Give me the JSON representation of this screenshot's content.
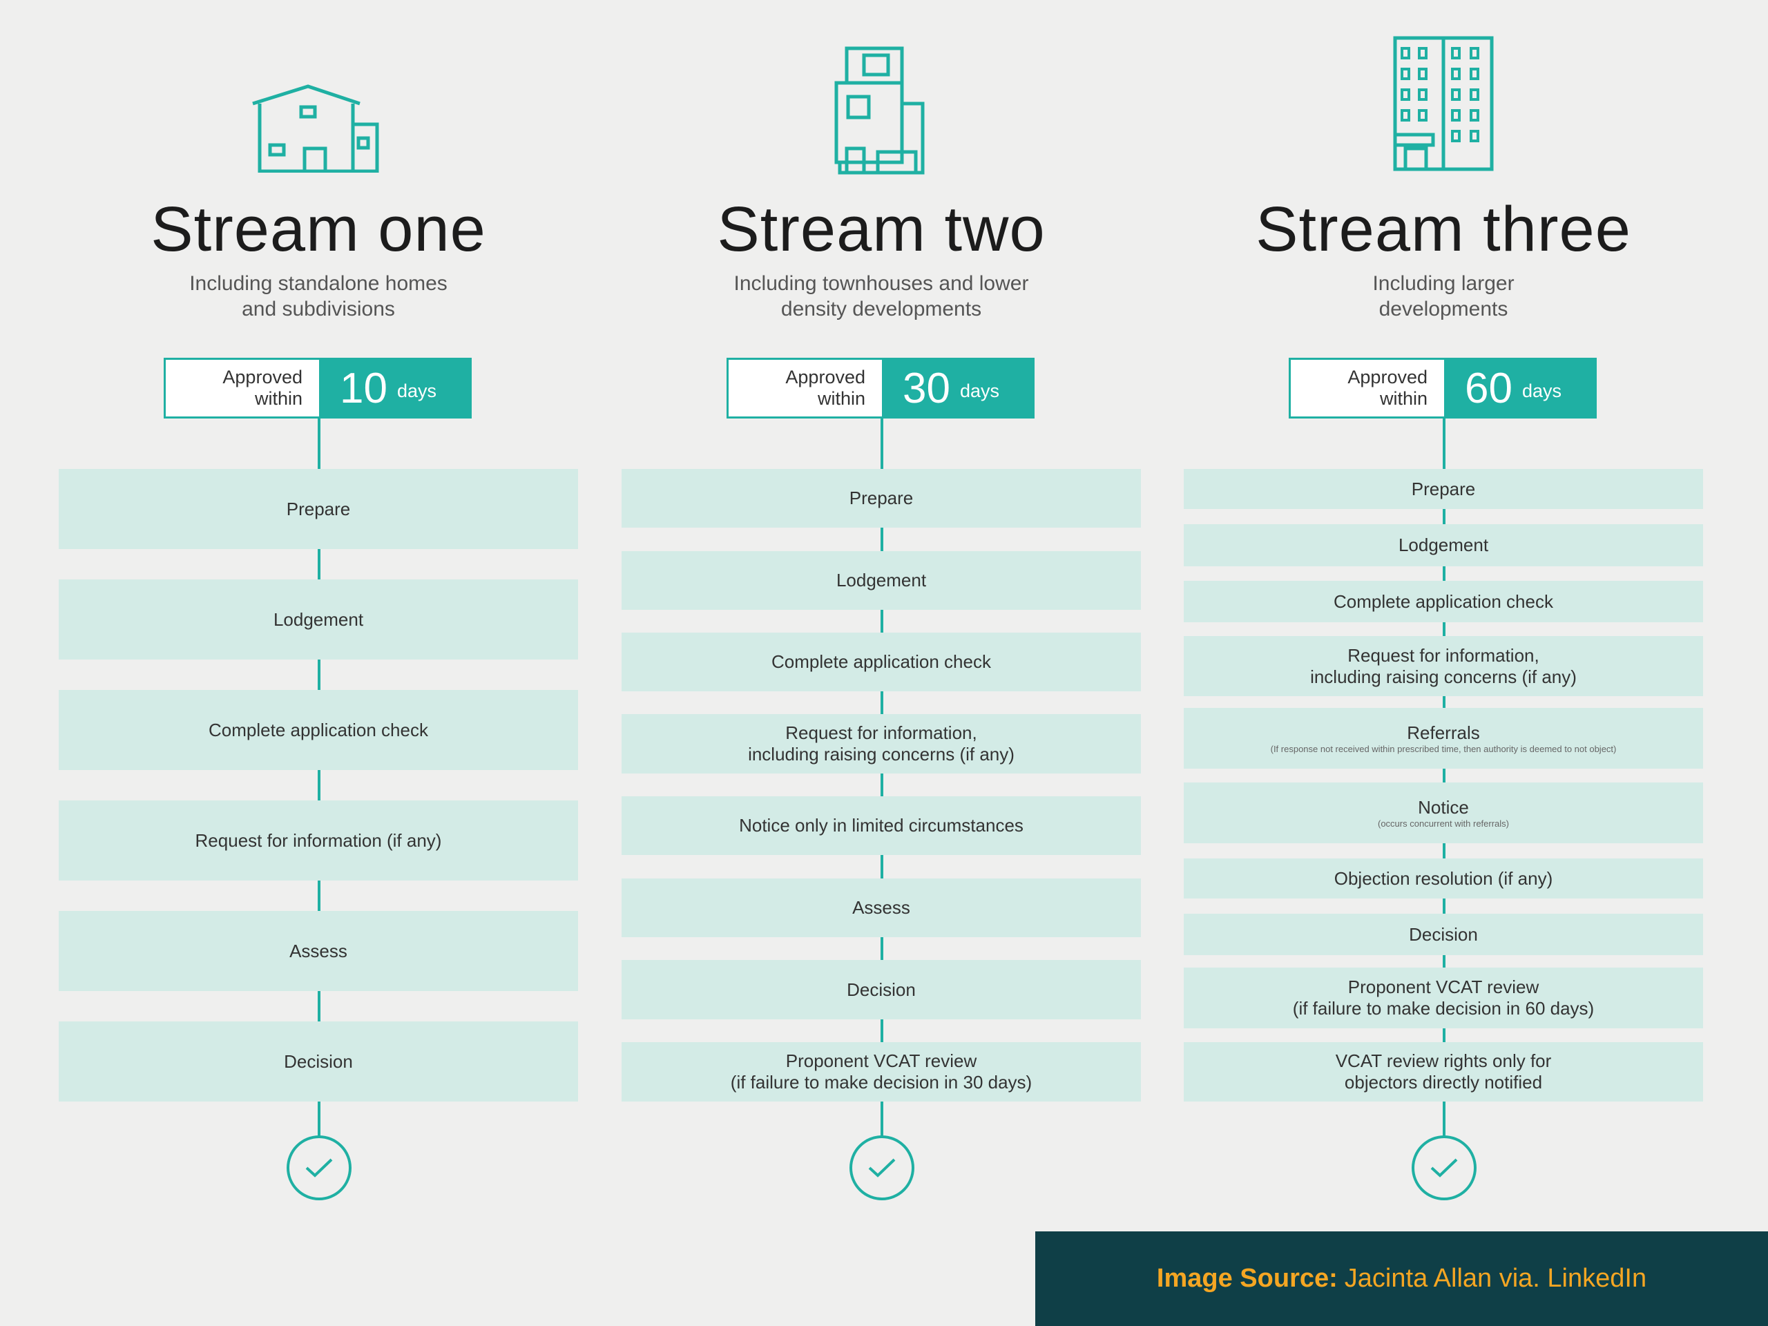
{
  "colors": {
    "accent": "#1fb0a3",
    "step_fill": "#d3ebe6",
    "footer_bg": "#0f3f47",
    "footer_text": "#f5a623"
  },
  "streams": [
    {
      "icon": "house-icon",
      "title": "Stream one",
      "subtitle": "Including standalone homes\nand subdivisions",
      "approved_label": "Approved\nwithin",
      "days": "10",
      "days_unit": "days",
      "steps": [
        {
          "label": "Prepare"
        },
        {
          "label": "Lodgement"
        },
        {
          "label": "Complete application check"
        },
        {
          "label": "Request for information (if any)"
        },
        {
          "label": "Assess"
        },
        {
          "label": "Decision"
        }
      ]
    },
    {
      "icon": "townhouse-icon",
      "title": "Stream two",
      "subtitle": "Including townhouses and lower\ndensity developments",
      "approved_label": "Approved\nwithin",
      "days": "30",
      "days_unit": "days",
      "steps": [
        {
          "label": "Prepare"
        },
        {
          "label": "Lodgement"
        },
        {
          "label": "Complete application check"
        },
        {
          "label": "Request for information,\nincluding raising concerns (if any)"
        },
        {
          "label": "Notice only in limited circumstances"
        },
        {
          "label": "Assess"
        },
        {
          "label": "Decision"
        },
        {
          "label": "Proponent VCAT review\n(if failure to make decision in 30 days)"
        }
      ]
    },
    {
      "icon": "apartment-building-icon",
      "title": "Stream three",
      "subtitle": "Including larger\ndevelopments",
      "approved_label": "Approved\nwithin",
      "days": "60",
      "days_unit": "days",
      "steps": [
        {
          "label": "Prepare"
        },
        {
          "label": "Lodgement"
        },
        {
          "label": "Complete application check"
        },
        {
          "label": "Request for information,\nincluding raising concerns (if any)"
        },
        {
          "label": "Referrals",
          "note": "(If response not received within prescribed time, then authority is deemed to not object)"
        },
        {
          "label": "Notice",
          "note": "(occurs concurrent with referrals)"
        },
        {
          "label": "Objection resolution (if any)"
        },
        {
          "label": "Decision"
        },
        {
          "label": "Proponent VCAT review\n(if failure to make decision in 60 days)"
        },
        {
          "label": "VCAT review rights only for\nobjectors directly notified"
        }
      ]
    }
  ],
  "footer": {
    "label": "Image Source:",
    "text": "Jacinta Allan via. LinkedIn"
  }
}
